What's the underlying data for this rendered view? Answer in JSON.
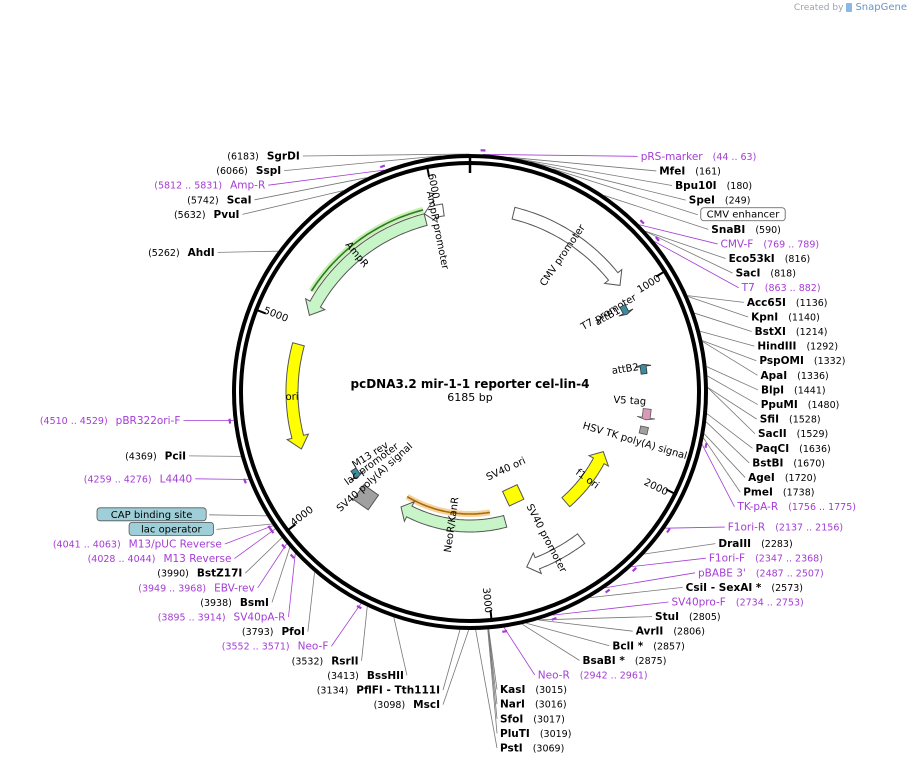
{
  "credit": {
    "prefix": "Created by",
    "brand": "SnapGene"
  },
  "plasmid": {
    "name": "pcDNA3.2 mir-1-1 reporter cel-lin-4",
    "size_text": "6185 bp",
    "length": 6185
  },
  "colors": {
    "primer": "#a53cd6",
    "site_line": "#777777",
    "backbone": "#000000",
    "yellow_feature": "#ffff00",
    "green_feature": "#c8f5c8",
    "orange_highlight": "#f5d3a0",
    "boxed_bg": "#9ecfd8",
    "pink_feature": "#d89ab8",
    "gray_feature": "#a0a0a0"
  },
  "ticks": [
    {
      "pos": 1000,
      "label": "1000"
    },
    {
      "pos": 2000,
      "label": "2000"
    },
    {
      "pos": 3000,
      "label": "3000"
    },
    {
      "pos": 4000,
      "label": "4000"
    },
    {
      "pos": 5000,
      "label": "5000"
    },
    {
      "pos": 6000,
      "label": "6000"
    }
  ],
  "labels": [
    {
      "kind": "site",
      "name": "SgrDI",
      "pos": "(6183)",
      "at": 6183,
      "side": "L"
    },
    {
      "kind": "site",
      "name": "SspI",
      "pos": "(6066)",
      "at": 6066,
      "side": "L"
    },
    {
      "kind": "primer",
      "name": "Amp-R",
      "pos": "(5812 .. 5831)",
      "at": 5821,
      "side": "L"
    },
    {
      "kind": "site",
      "name": "ScaI",
      "pos": "(5742)",
      "at": 5742,
      "side": "L"
    },
    {
      "kind": "site",
      "name": "PvuI",
      "pos": "(5632)",
      "at": 5632,
      "side": "L"
    },
    {
      "kind": "site",
      "name": "AhdI",
      "pos": "(5262)",
      "at": 5262,
      "side": "L"
    },
    {
      "kind": "primer",
      "name": "pBR322ori-F",
      "pos": "(4510 .. 4529)",
      "at": 4520,
      "side": "L"
    },
    {
      "kind": "site",
      "name": "PciI",
      "pos": "(4369)",
      "at": 4369,
      "side": "L"
    },
    {
      "kind": "primer",
      "name": "L4440",
      "pos": "(4259 .. 4276)",
      "at": 4268,
      "side": "L"
    },
    {
      "kind": "boxed",
      "name": "CAP binding site",
      "at": 4100,
      "side": "L"
    },
    {
      "kind": "primer",
      "name": "M13/pUC Reverse",
      "pos": "(4041 .. 4063)",
      "at": 4052,
      "side": "L"
    },
    {
      "kind": "boxed",
      "name": "lac operator",
      "at": 4060,
      "side": "L"
    },
    {
      "kind": "primer",
      "name": "M13 Reverse",
      "pos": "(4028 .. 4044)",
      "at": 4036,
      "side": "L"
    },
    {
      "kind": "site",
      "name": "BstZ17I",
      "pos": "(3990)",
      "at": 3990,
      "side": "L"
    },
    {
      "kind": "primer",
      "name": "EBV-rev",
      "pos": "(3949 .. 3968)",
      "at": 3958,
      "side": "L"
    },
    {
      "kind": "site",
      "name": "BsmI",
      "pos": "(3938)",
      "at": 3938,
      "side": "L"
    },
    {
      "kind": "primer",
      "name": "SV40pA-R",
      "pos": "(3895 .. 3914)",
      "at": 3904,
      "side": "L"
    },
    {
      "kind": "site",
      "name": "PfoI",
      "pos": "(3793)",
      "at": 3793,
      "side": "L"
    },
    {
      "kind": "primer",
      "name": "Neo-F",
      "pos": "(3552 .. 3571)",
      "at": 3561,
      "side": "L"
    },
    {
      "kind": "site",
      "name": "RsrII",
      "pos": "(3532)",
      "at": 3532,
      "side": "L"
    },
    {
      "kind": "site",
      "name": "BssHII",
      "pos": "(3413)",
      "at": 3413,
      "side": "L"
    },
    {
      "kind": "site",
      "name": "PflFI - Tth111I",
      "pos": "(3134)",
      "at": 3134,
      "side": "L"
    },
    {
      "kind": "site",
      "name": "MscI",
      "pos": "(3098)",
      "at": 3098,
      "side": "L"
    },
    {
      "kind": "site",
      "name": "PstI",
      "pos": "(3069)",
      "at": 3069,
      "side": "R"
    },
    {
      "kind": "site",
      "name": "PluTI",
      "pos": "(3019)",
      "at": 3019,
      "side": "R"
    },
    {
      "kind": "site",
      "name": "SfoI",
      "pos": "(3017)",
      "at": 3017,
      "side": "R"
    },
    {
      "kind": "site",
      "name": "NarI",
      "pos": "(3016)",
      "at": 3016,
      "side": "R"
    },
    {
      "kind": "site",
      "name": "KasI",
      "pos": "(3015)",
      "at": 3015,
      "side": "R"
    },
    {
      "kind": "primer",
      "name": "Neo-R",
      "pos": "(2942 .. 2961)",
      "at": 2951,
      "side": "R"
    },
    {
      "kind": "site",
      "name": "BsaBI *",
      "pos": "(2875)",
      "at": 2875,
      "side": "R"
    },
    {
      "kind": "site",
      "name": "BclI *",
      "pos": "(2857)",
      "at": 2857,
      "side": "R"
    },
    {
      "kind": "site",
      "name": "AvrII",
      "pos": "(2806)",
      "at": 2806,
      "side": "R"
    },
    {
      "kind": "site",
      "name": "StuI",
      "pos": "(2805)",
      "at": 2805,
      "side": "R"
    },
    {
      "kind": "primer",
      "name": "SV40pro-F",
      "pos": "(2734 .. 2753)",
      "at": 2743,
      "side": "R"
    },
    {
      "kind": "site",
      "name": "CsiI - SexAI *",
      "pos": "(2573)",
      "at": 2573,
      "side": "R"
    },
    {
      "kind": "primer",
      "name": "pBABE 3'",
      "pos": "(2487 .. 2507)",
      "at": 2497,
      "side": "R"
    },
    {
      "kind": "primer",
      "name": "F1ori-F",
      "pos": "(2347 .. 2368)",
      "at": 2357,
      "side": "R"
    },
    {
      "kind": "site",
      "name": "DraIII",
      "pos": "(2283)",
      "at": 2283,
      "side": "R"
    },
    {
      "kind": "primer",
      "name": "F1ori-R",
      "pos": "(2137 .. 2156)",
      "at": 2146,
      "side": "R"
    },
    {
      "kind": "primer",
      "name": "TK-pA-R",
      "pos": "(1756 .. 1775)",
      "at": 1765,
      "side": "R"
    },
    {
      "kind": "site",
      "name": "PmeI",
      "pos": "(1738)",
      "at": 1738,
      "side": "R"
    },
    {
      "kind": "site",
      "name": "AgeI",
      "pos": "(1720)",
      "at": 1720,
      "side": "R"
    },
    {
      "kind": "site",
      "name": "BstBI",
      "pos": "(1670)",
      "at": 1670,
      "side": "R"
    },
    {
      "kind": "site",
      "name": "PaqCI",
      "pos": "(1636)",
      "at": 1636,
      "side": "R"
    },
    {
      "kind": "site",
      "name": "SacII",
      "pos": "(1529)",
      "at": 1529,
      "side": "R"
    },
    {
      "kind": "site",
      "name": "SfiI",
      "pos": "(1528)",
      "at": 1528,
      "side": "R"
    },
    {
      "kind": "site",
      "name": "PpuMI",
      "pos": "(1480)",
      "at": 1480,
      "side": "R"
    },
    {
      "kind": "site",
      "name": "BlpI",
      "pos": "(1441)",
      "at": 1441,
      "side": "R"
    },
    {
      "kind": "site",
      "name": "ApaI",
      "pos": "(1336)",
      "at": 1336,
      "side": "R"
    },
    {
      "kind": "site",
      "name": "PspOMI",
      "pos": "(1332)",
      "at": 1332,
      "side": "R"
    },
    {
      "kind": "site",
      "name": "HindIII",
      "pos": "(1292)",
      "at": 1292,
      "side": "R"
    },
    {
      "kind": "site",
      "name": "BstXI",
      "pos": "(1214)",
      "at": 1214,
      "side": "R"
    },
    {
      "kind": "site",
      "name": "KpnI",
      "pos": "(1140)",
      "at": 1140,
      "side": "R"
    },
    {
      "kind": "site",
      "name": "Acc65I",
      "pos": "(1136)",
      "at": 1136,
      "side": "R"
    },
    {
      "kind": "primer",
      "name": "T7",
      "pos": "(863 .. 882)",
      "at": 872,
      "side": "R"
    },
    {
      "kind": "site",
      "name": "SacI",
      "pos": "(818)",
      "at": 818,
      "side": "R"
    },
    {
      "kind": "site",
      "name": "Eco53kI",
      "pos": "(816)",
      "at": 816,
      "side": "R"
    },
    {
      "kind": "primer",
      "name": "CMV-F",
      "pos": "(769 .. 789)",
      "at": 779,
      "side": "R"
    },
    {
      "kind": "site",
      "name": "SnaBI",
      "pos": "(590)",
      "at": 590,
      "side": "R"
    },
    {
      "kind": "boxed",
      "name": "CMV enhancer",
      "at": 350,
      "side": "R"
    },
    {
      "kind": "site",
      "name": "SpeI",
      "pos": "(249)",
      "at": 249,
      "side": "R"
    },
    {
      "kind": "site",
      "name": "Bpu10I",
      "pos": "(180)",
      "at": 180,
      "side": "R"
    },
    {
      "kind": "site",
      "name": "MfeI",
      "pos": "(161)",
      "at": 161,
      "side": "R"
    },
    {
      "kind": "primer",
      "name": "pRS-marker",
      "pos": "(44 .. 63)",
      "at": 53,
      "side": "R"
    }
  ],
  "features": [
    {
      "name": "CMV promoter",
      "start": 235,
      "end": 938,
      "dir": 1,
      "style": "white-arrow"
    },
    {
      "name": "T7 promoter",
      "start": 983,
      "end": 1001,
      "dir": 1,
      "style": "small-arrow"
    },
    {
      "name": "attB1",
      "start": 1040,
      "end": 1064,
      "dir": 1,
      "style": "small-teal"
    },
    {
      "name": "attB2",
      "start": 1390,
      "end": 1414,
      "dir": -1,
      "style": "small-teal"
    },
    {
      "name": "V5 tag",
      "start": 1640,
      "end": 1681,
      "dir": 1,
      "style": "small-pink"
    },
    {
      "name": "",
      "start": 1740,
      "end": 1760,
      "dir": 0,
      "style": "small-gray"
    },
    {
      "name": "HSV TK poly(A) signal",
      "start": 1770,
      "end": 1790,
      "dir": 0,
      "style": "label-only"
    },
    {
      "name": "f1 ori",
      "start": 1960,
      "end": 2388,
      "dir": -1,
      "style": "yellow-arrow"
    },
    {
      "name": "SV40 promoter",
      "start": 2454,
      "end": 2784,
      "dir": 1,
      "style": "white-arrow"
    },
    {
      "name": "SV40 ori",
      "start": 2635,
      "end": 2770,
      "dir": 0,
      "style": "yellow-square"
    },
    {
      "name": "NeoR/KanR",
      "start": 2831,
      "end": 3625,
      "dir": 1,
      "style": "green-arrow"
    },
    {
      "name": "SV40 poly(A) signal",
      "start": 3799,
      "end": 3920,
      "dir": 0,
      "style": "gray-box"
    },
    {
      "name": "lac promoter",
      "start": 4000,
      "end": 4031,
      "dir": -1,
      "style": "teal-small"
    },
    {
      "name": "M13 rev",
      "start": 4036,
      "end": 4052,
      "dir": -1,
      "style": "tiny"
    },
    {
      "name": "ori",
      "start": 4318,
      "end": 4906,
      "dir": -1,
      "style": "yellow-arrow"
    },
    {
      "name": "AmpR",
      "start": 5077,
      "end": 5937,
      "dir": -1,
      "style": "green-arrow"
    },
    {
      "name": "AmpR promoter",
      "start": 5938,
      "end": 6042,
      "dir": -1,
      "style": "white-arrow"
    }
  ]
}
